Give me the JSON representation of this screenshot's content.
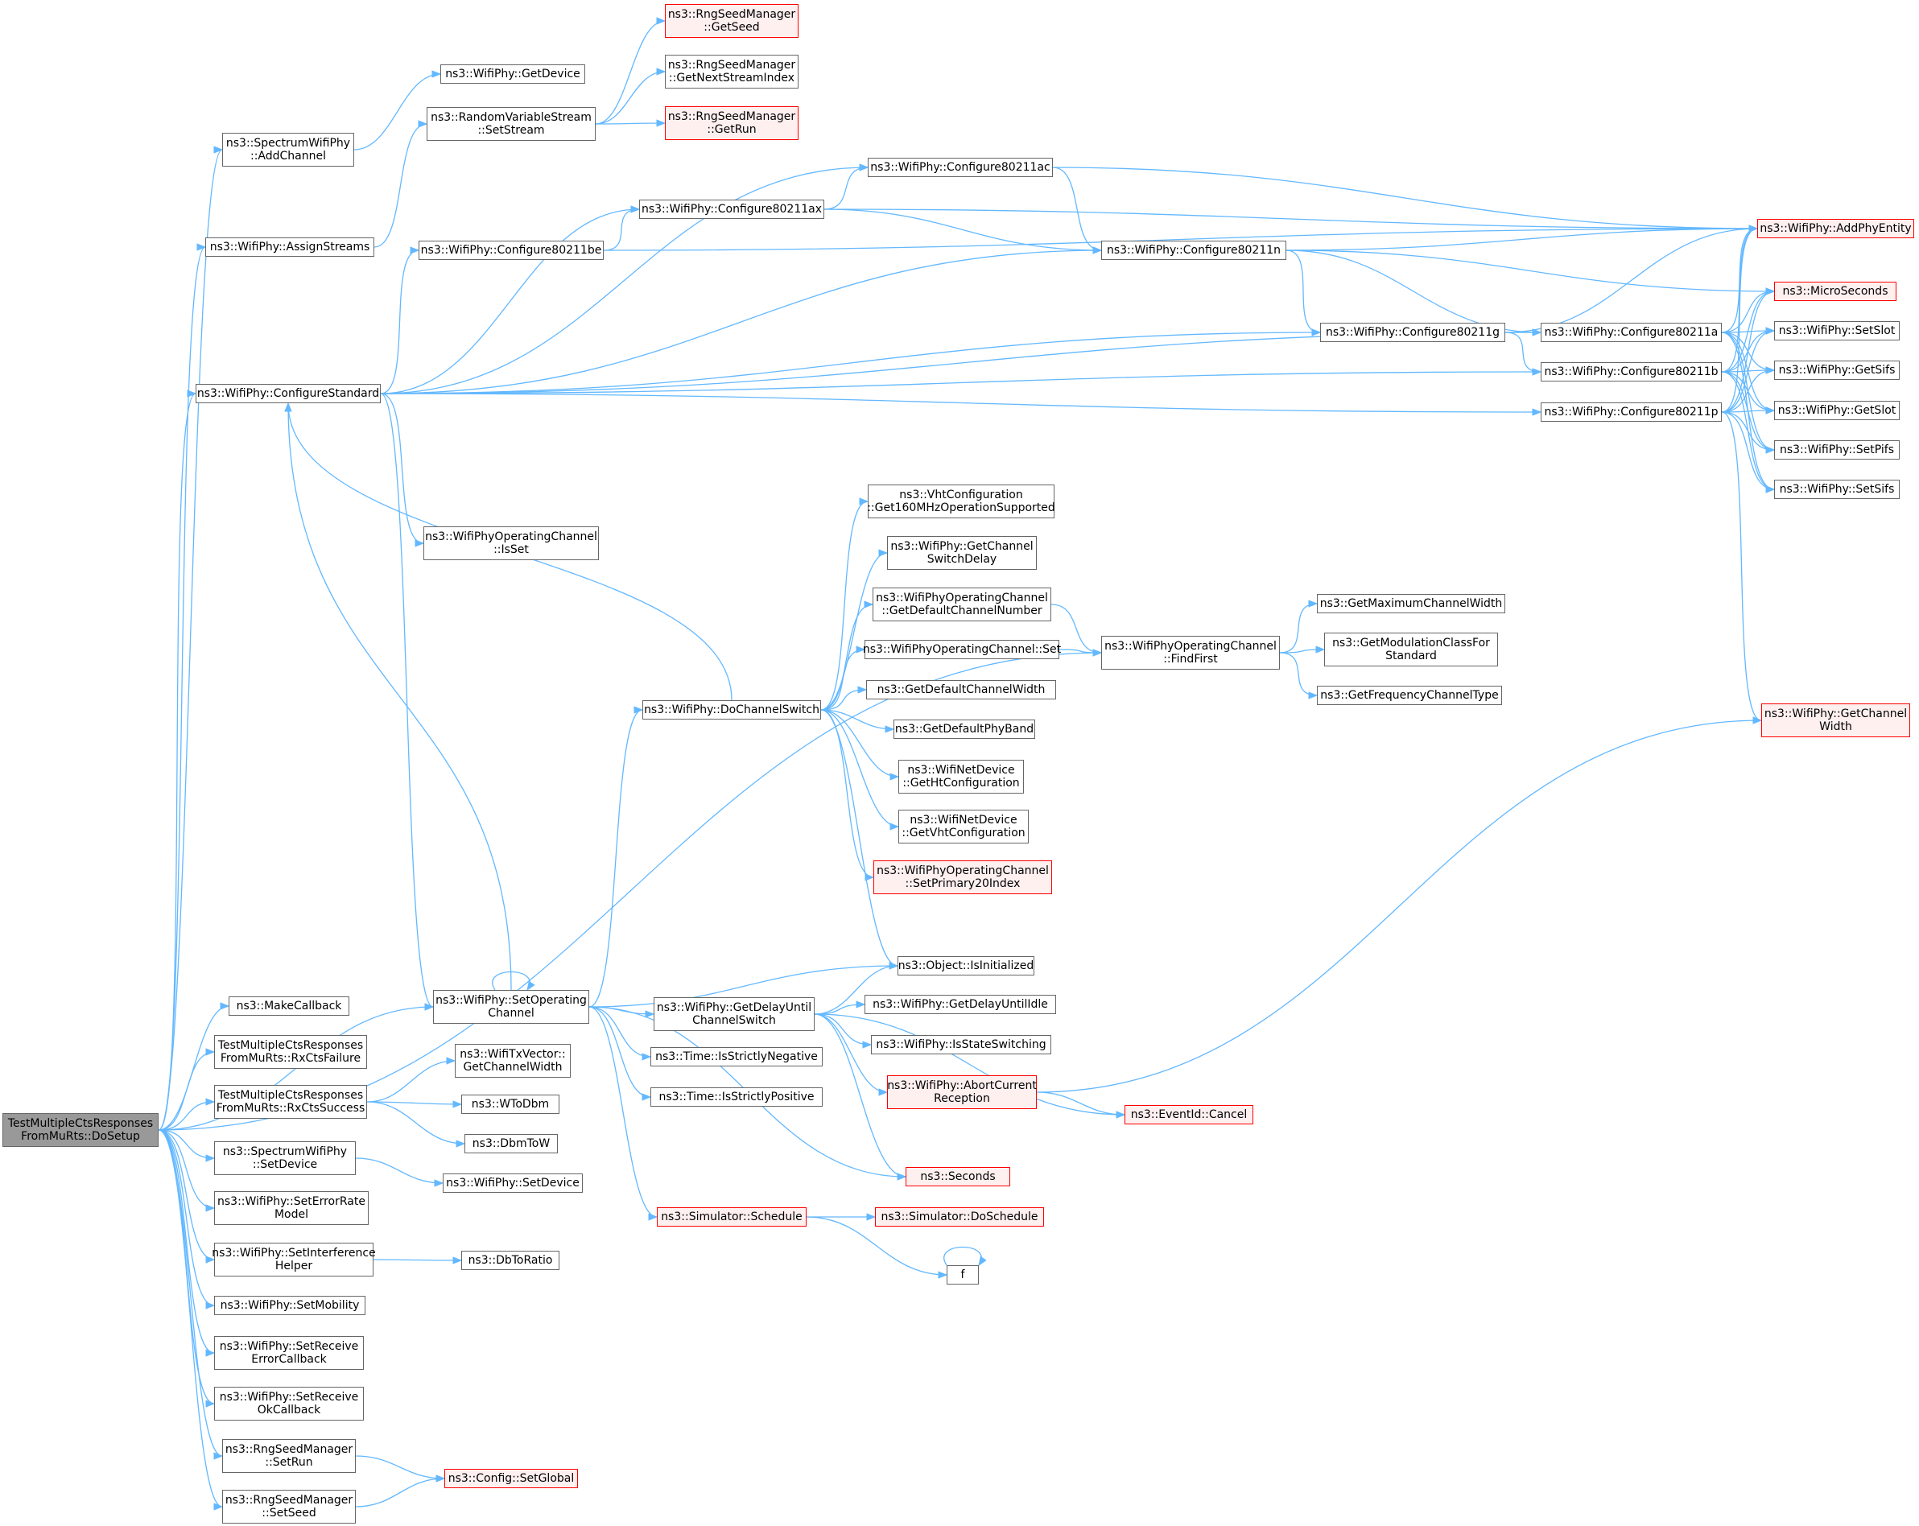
{
  "graph": {
    "edge_color": "#63b8ff",
    "node_border_color": "#666666",
    "external_border_color": "#ff0000",
    "external_fill_color": "#fff0f0",
    "root_fill_color": "#999999",
    "nodes": [
      {
        "id": "root",
        "label": "TestMultipleCtsResponses\nFromMuRts::DoSetup"
      },
      {
        "id": "swp_addch",
        "label": "ns3::SpectrumWifiPhy\n::AddChannel"
      },
      {
        "id": "wp_getdev",
        "label": "ns3::WifiPhy::GetDevice"
      },
      {
        "id": "rvs_setstream",
        "label": "ns3::RandomVariableStream\n::SetStream"
      },
      {
        "id": "rsm_getseed",
        "label": "ns3::RngSeedManager\n::GetSeed"
      },
      {
        "id": "rsm_getnext",
        "label": "ns3::RngSeedManager\n::GetNextStreamIndex"
      },
      {
        "id": "rsm_getrun",
        "label": "ns3::RngSeedManager\n::GetRun"
      },
      {
        "id": "wp_assign",
        "label": "ns3::WifiPhy::AssignStreams"
      },
      {
        "id": "wp_cfgstd",
        "label": "ns3::WifiPhy::ConfigureStandard"
      },
      {
        "id": "wp_cfgac",
        "label": "ns3::WifiPhy::Configure80211ac"
      },
      {
        "id": "wp_cfgax",
        "label": "ns3::WifiPhy::Configure80211ax"
      },
      {
        "id": "wp_cfgbe",
        "label": "ns3::WifiPhy::Configure80211be"
      },
      {
        "id": "wp_cfgn",
        "label": "ns3::WifiPhy::Configure80211n"
      },
      {
        "id": "wp_cfgg",
        "label": "ns3::WifiPhy::Configure80211g"
      },
      {
        "id": "wp_cfga",
        "label": "ns3::WifiPhy::Configure80211a"
      },
      {
        "id": "wp_cfgb",
        "label": "ns3::WifiPhy::Configure80211b"
      },
      {
        "id": "wp_cfgp",
        "label": "ns3::WifiPhy::Configure80211p"
      },
      {
        "id": "wp_addphy",
        "label": "ns3::WifiPhy::AddPhyEntity"
      },
      {
        "id": "microsec",
        "label": "ns3::MicroSeconds"
      },
      {
        "id": "wp_setslot",
        "label": "ns3::WifiPhy::SetSlot"
      },
      {
        "id": "wp_getsifs",
        "label": "ns3::WifiPhy::GetSifs"
      },
      {
        "id": "wp_getslot",
        "label": "ns3::WifiPhy::GetSlot"
      },
      {
        "id": "wp_setpifs",
        "label": "ns3::WifiPhy::SetPifs"
      },
      {
        "id": "wp_setsifs",
        "label": "ns3::WifiPhy::SetSifs"
      },
      {
        "id": "wpoc_isset",
        "label": "ns3::WifiPhyOperatingChannel\n::IsSet"
      },
      {
        "id": "vht_160",
        "label": "ns3::VhtConfiguration\n::Get160MHzOperationSupported"
      },
      {
        "id": "wp_getchswdelay",
        "label": "ns3::WifiPhy::GetChannel\nSwitchDelay"
      },
      {
        "id": "wpoc_getdefch",
        "label": "ns3::WifiPhyOperatingChannel\n::GetDefaultChannelNumber"
      },
      {
        "id": "wpoc_set",
        "label": "ns3::WifiPhyOperatingChannel::Set"
      },
      {
        "id": "wpoc_findfirst",
        "label": "ns3::WifiPhyOperatingChannel\n::FindFirst"
      },
      {
        "id": "getmaxchw",
        "label": "ns3::GetMaximumChannelWidth"
      },
      {
        "id": "getmodclass",
        "label": "ns3::GetModulationClassFor\nStandard"
      },
      {
        "id": "getfreqch",
        "label": "ns3::GetFrequencyChannelType"
      },
      {
        "id": "wp_getchwidth",
        "label": "ns3::WifiPhy::GetChannel\nWidth"
      },
      {
        "id": "wp_dochsw",
        "label": "ns3::WifiPhy::DoChannelSwitch"
      },
      {
        "id": "getdefchw",
        "label": "ns3::GetDefaultChannelWidth"
      },
      {
        "id": "getdefphyband",
        "label": "ns3::GetDefaultPhyBand"
      },
      {
        "id": "wnd_ht",
        "label": "ns3::WifiNetDevice\n::GetHtConfiguration"
      },
      {
        "id": "wnd_vht",
        "label": "ns3::WifiNetDevice\n::GetVhtConfiguration"
      },
      {
        "id": "wpoc_setp20",
        "label": "ns3::WifiPhyOperatingChannel\n::SetPrimary20Index"
      },
      {
        "id": "obj_isinit",
        "label": "ns3::Object::IsInitialized"
      },
      {
        "id": "makecb",
        "label": "ns3::MakeCallback"
      },
      {
        "id": "wp_setopch",
        "label": "ns3::WifiPhy::SetOperating\nChannel"
      },
      {
        "id": "wp_getdelay",
        "label": "ns3::WifiPhy::GetDelayUntil\nChannelSwitch"
      },
      {
        "id": "wp_getdelayidle",
        "label": "ns3::WifiPhy::GetDelayUntilIdle"
      },
      {
        "id": "wp_isstatesw",
        "label": "ns3::WifiPhy::IsStateSwitching"
      },
      {
        "id": "wp_abort",
        "label": "ns3::WifiPhy::AbortCurrent\nReception"
      },
      {
        "id": "eventid_cancel",
        "label": "ns3::EventId::Cancel"
      },
      {
        "id": "time_neg",
        "label": "ns3::Time::IsStrictlyNegative"
      },
      {
        "id": "time_pos",
        "label": "ns3::Time::IsStrictlyPositive"
      },
      {
        "id": "seconds",
        "label": "ns3::Seconds"
      },
      {
        "id": "sim_schedule",
        "label": "ns3::Simulator::Schedule"
      },
      {
        "id": "sim_dosched",
        "label": "ns3::Simulator::DoSchedule"
      },
      {
        "id": "f",
        "label": "f"
      },
      {
        "id": "rx_fail",
        "label": "TestMultipleCtsResponses\nFromMuRts::RxCtsFailure"
      },
      {
        "id": "rx_succ",
        "label": "TestMultipleCtsResponses\nFromMuRts::RxCtsSuccess"
      },
      {
        "id": "txv_getchw",
        "label": "ns3::WifiTxVector::\nGetChannelWidth"
      },
      {
        "id": "wtodbm",
        "label": "ns3::WToDbm"
      },
      {
        "id": "dbmtow",
        "label": "ns3::DbmToW"
      },
      {
        "id": "swp_setdev",
        "label": "ns3::SpectrumWifiPhy\n::SetDevice"
      },
      {
        "id": "wp_setdev",
        "label": "ns3::WifiPhy::SetDevice"
      },
      {
        "id": "wp_seterr",
        "label": "ns3::WifiPhy::SetErrorRate\nModel"
      },
      {
        "id": "wp_setintf",
        "label": "ns3::WifiPhy::SetInterference\nHelper"
      },
      {
        "id": "dbtoratio",
        "label": "ns3::DbToRatio"
      },
      {
        "id": "wp_setmob",
        "label": "ns3::WifiPhy::SetMobility"
      },
      {
        "id": "wp_setrxerr",
        "label": "ns3::WifiPhy::SetReceive\nErrorCallback"
      },
      {
        "id": "wp_setrxok",
        "label": "ns3::WifiPhy::SetReceive\nOkCallback"
      },
      {
        "id": "rsm_setrun",
        "label": "ns3::RngSeedManager\n::SetRun"
      },
      {
        "id": "cfg_setglobal",
        "label": "ns3::Config::SetGlobal"
      },
      {
        "id": "rsm_setseed",
        "label": "ns3::RngSeedManager\n::SetSeed"
      }
    ]
  }
}
